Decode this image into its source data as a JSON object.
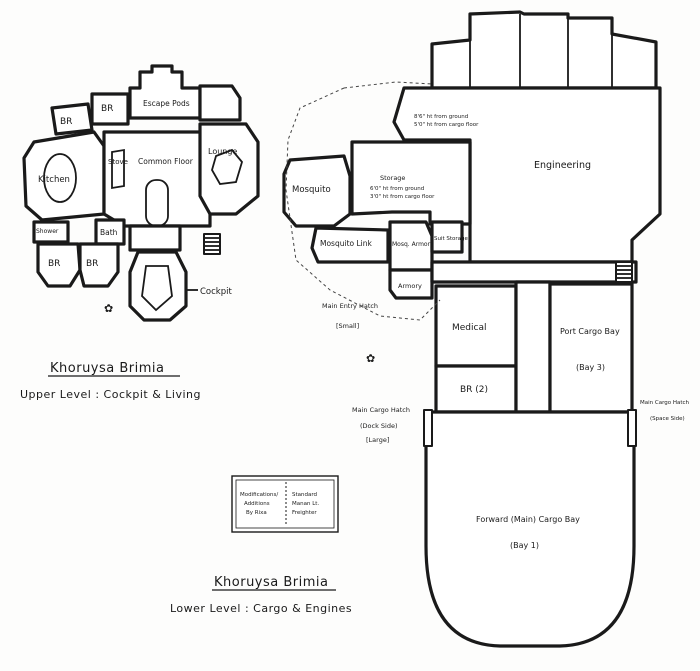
{
  "upper_level": {
    "title": "Khoruysa Brimia",
    "subtitle": "Upper Level : Cockpit & Living",
    "rooms": {
      "br_top_left": "BR",
      "br_top": "BR",
      "escape_pods": "Escape Pods",
      "kitchen": "Kitchen",
      "stove": "Stove",
      "common_floor": "Common Floor",
      "lounge": "Lounge",
      "shower": "Shower",
      "bath": "Bath",
      "br_bottom_left": "BR",
      "br_bottom_right": "BR",
      "cockpit": "Cockpit"
    }
  },
  "lower_level": {
    "title": "Khoruysa Brimia",
    "subtitle": "Lower Level : Cargo & Engines",
    "rooms": {
      "engineering": "Engineering",
      "mosquito": "Mosquito",
      "mosquito_link": "Mosquito Link",
      "mosq_armory": "Mosq. Armory",
      "suit_storage": "Suit Storage",
      "armory": "Armory",
      "medical": "Medical",
      "br2": "BR (2)",
      "port_cargo_bay": "Port Cargo Bay",
      "bay3": "(Bay 3)",
      "forward_cargo_bay": "Forward (Main) Cargo Bay",
      "bay1": "(Bay 1)"
    },
    "annotations": {
      "height_top_1": "8'6\" ht from ground",
      "height_top_2": "5'0\" ht from cargo floor",
      "storage": "Storage",
      "height_storage_1": "6'0\" ht from ground",
      "height_storage_2": "3'0\" ht from cargo floor",
      "main_entry_hatch": "Main Entry Hatch",
      "main_entry_small": "[Small]",
      "main_cargo_hatch": "Main Cargo Hatch",
      "main_cargo_side": "(Dock Side)",
      "main_cargo_large": "[Large]",
      "main_cargo_hatch_right": "Main Cargo Hatch",
      "main_cargo_hatch_right_side": "(Space Side)"
    }
  },
  "legend": {
    "left_line1": "Modifications/",
    "left_line2": "Additions",
    "left_line3": "By Rixa",
    "right_line1": "Standard",
    "right_line2": "Manan Lt.",
    "right_line3": "Freighter"
  }
}
